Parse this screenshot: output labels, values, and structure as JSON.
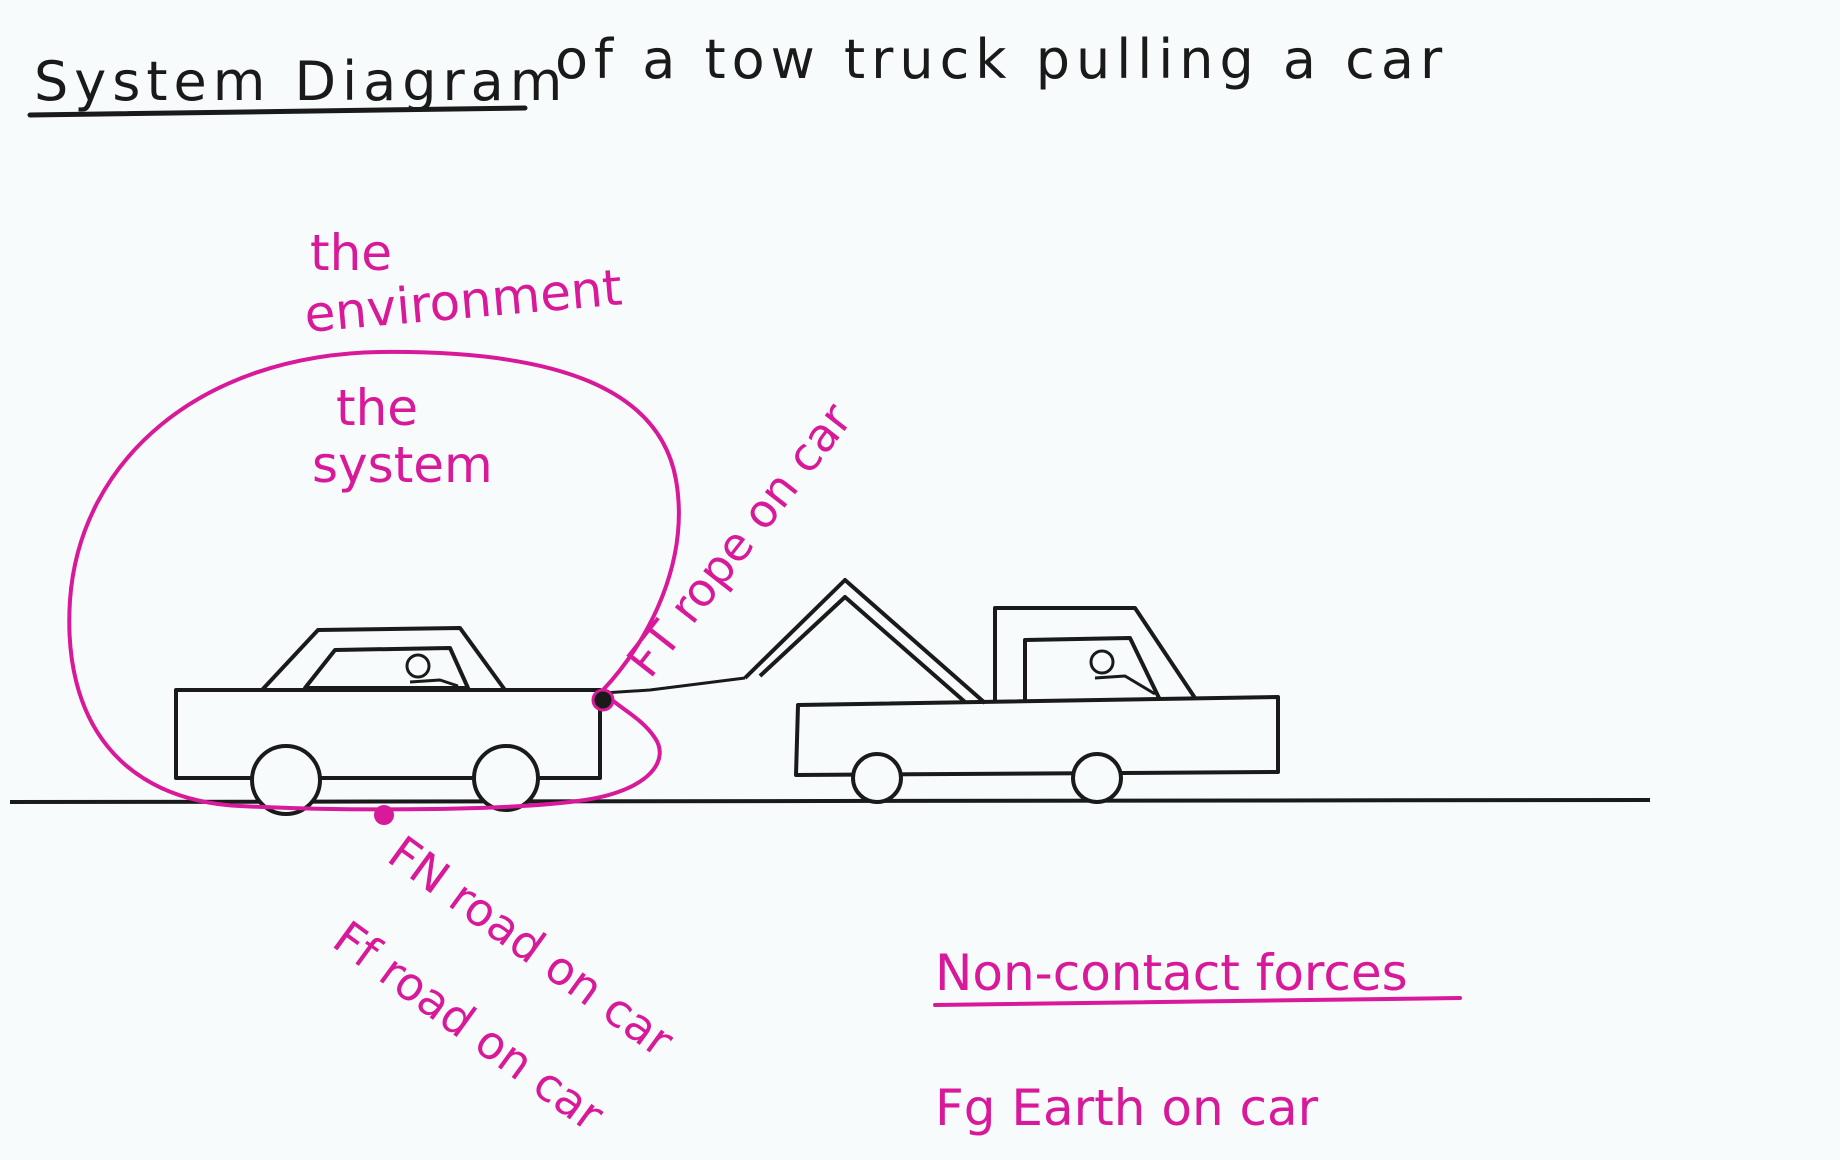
{
  "title": {
    "underlined": "System Diagram",
    "rest": "of a tow truck pulling a car"
  },
  "labels": {
    "environment_line1": "the",
    "environment_line2": "environment",
    "system_line1": "the",
    "system_line2": "system"
  },
  "forces": {
    "tension": "FT rope on car",
    "normal": "FN road on car",
    "friction": "Ff road on car"
  },
  "non_contact": {
    "heading": "Non-contact forces",
    "gravity": "Fg Earth on car"
  },
  "colors": {
    "ink": "#1a1a1a",
    "pink": "#d8199a",
    "paper": "#f7fbfb"
  }
}
